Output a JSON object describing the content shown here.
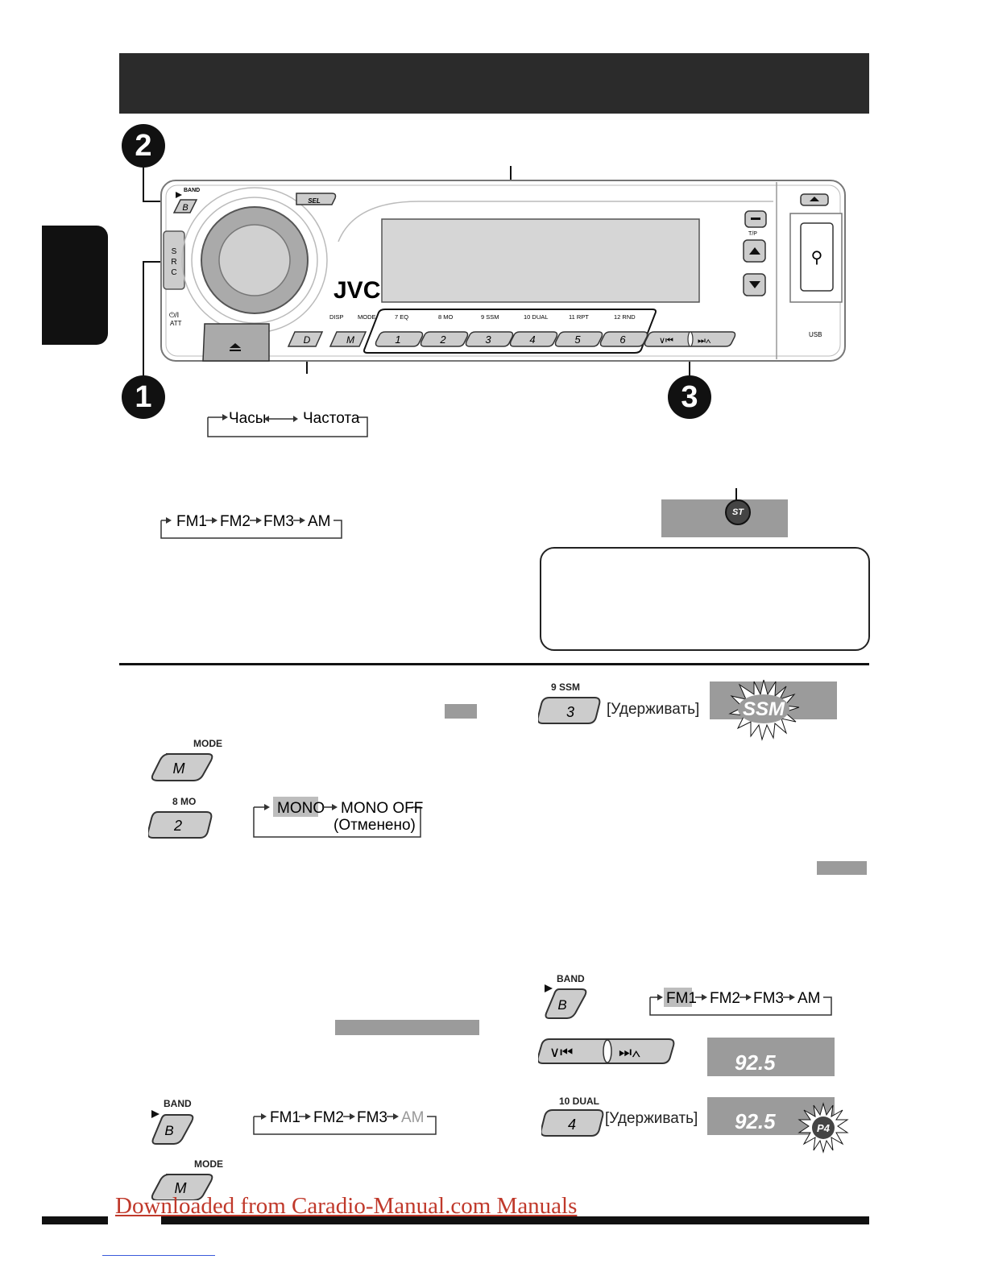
{
  "header": {
    "title": ""
  },
  "callouts": {
    "one": "1",
    "two": "2",
    "three": "3"
  },
  "radio": {
    "brand": "JVC",
    "band_label": "BAND",
    "band_key": "B",
    "sel_key": "SEL",
    "src_letters": [
      "S",
      "R",
      "C"
    ],
    "power_label": "⏻/I",
    "att_label": "ATT",
    "disp_label": "DISP",
    "mode_label": "MODE",
    "disp_key": "D",
    "mode_key": "M",
    "tp_label": "T/P",
    "usb_label": "USB",
    "presets": [
      {
        "key": "1",
        "label": "7  EQ"
      },
      {
        "key": "2",
        "label": "8  MO"
      },
      {
        "key": "3",
        "label": "9  SSM"
      },
      {
        "key": "4",
        "label": "10  DUAL"
      },
      {
        "key": "5",
        "label": "11  RPT"
      },
      {
        "key": "6",
        "label": "12  RND"
      }
    ]
  },
  "display_cycle": {
    "a": "Часы",
    "b": "Частота"
  },
  "band_cycle": [
    "FM1",
    "FM2",
    "FM3",
    "AM"
  ],
  "st_indicator": "ST",
  "left_section": {
    "mode_label": "MODE",
    "mode_key": "M",
    "mo_label": "8  MO",
    "mo_key": "2",
    "mono_on": "MONO",
    "mono_off": "MONO OFF",
    "mono_off_note": "(Отменено)",
    "band_label": "BAND",
    "band_key": "B",
    "band_cycle": [
      "FM1",
      "FM2",
      "FM3",
      "AM"
    ],
    "mode2_label": "MODE",
    "mode2_key": "M"
  },
  "right_section": {
    "ssm_label": "9  SSM",
    "ssm_key": "3",
    "hold": "[Удерживать]",
    "ssm_display": "SSM",
    "band_label": "BAND",
    "band_key": "B",
    "band_cycle": [
      "FM1",
      "FM2",
      "FM3",
      "AM"
    ],
    "freq": "92.5",
    "dual_label": "10  DUAL",
    "dual_key": "4",
    "hold2": "[Удерживать]",
    "freq2": "92.5",
    "preset_badge": "P4"
  },
  "footer": {
    "link": "Downloaded from Caradio-Manual.com Manuals"
  }
}
